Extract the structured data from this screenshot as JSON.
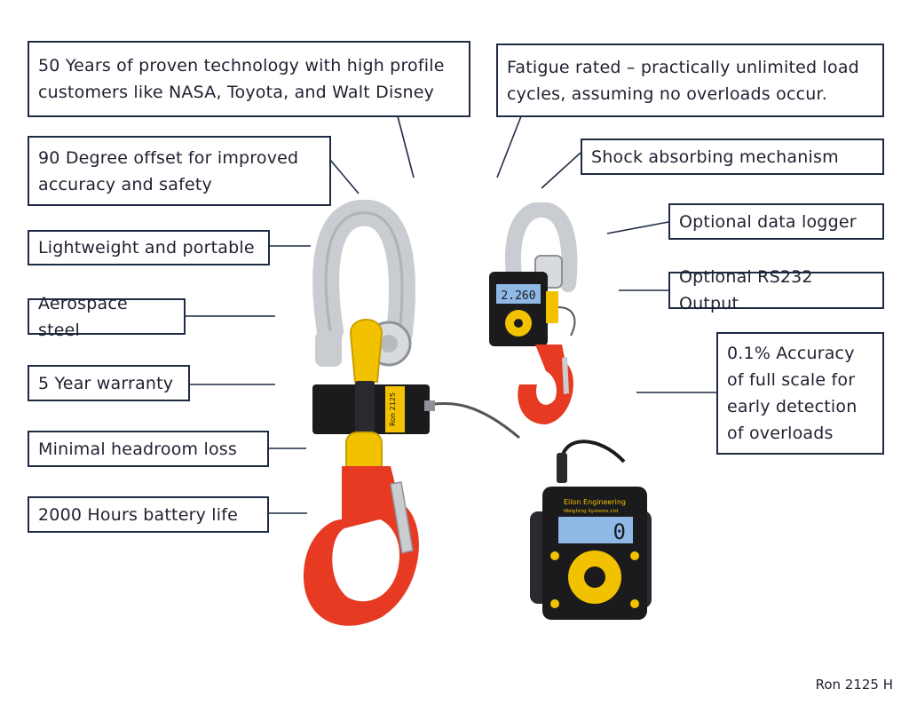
{
  "callouts": {
    "years": "50 Years of proven technology with high profile\ncustomers like NASA, Toyota, and Walt Disney",
    "fatigue": "Fatigue rated – practically unlimited load\ncycles, assuming no overloads occur.",
    "offset": "90 Degree offset for improved\naccuracy and safety",
    "shock": "Shock absorbing mechanism",
    "datalogger": "Optional data logger",
    "lightweight": "Lightweight and portable",
    "rs232": "Optional RS232 Output",
    "aerospace": "Aerospace steel",
    "accuracy": "0.1% Accuracy\nof full scale for\nearly detection\nof overloads",
    "warranty": "5 Year warranty",
    "headroom": "Minimal headroom loss",
    "battery": "2000 Hours battery life"
  },
  "product": {
    "load_cell_label": "Ron 2125",
    "small_display_reading": "2.260",
    "remote_display_reading": "0",
    "remote_brand_line1": "Eilon Engineering",
    "remote_brand_line2": "Weighing Systems Ltd"
  },
  "footer": {
    "model": "Ron 2125 H"
  },
  "colors": {
    "border": "#1f2a44",
    "hook_red": "#e63a22",
    "shackle_yellow": "#f2c200",
    "steel_gray": "#c9ccd0",
    "housing_black": "#1b1b1d",
    "lcd_blue": "#8fb8e6"
  }
}
